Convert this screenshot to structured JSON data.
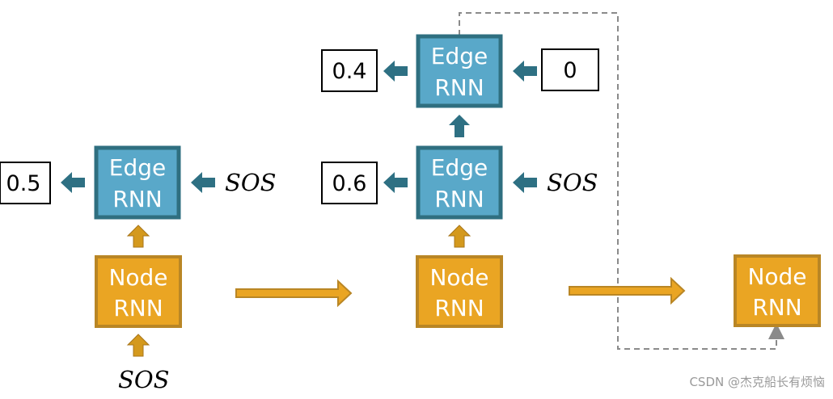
{
  "colors": {
    "edge_fill": "#59a8c9",
    "edge_border": "#2f6f80",
    "node_fill": "#eaa523",
    "node_border": "#b98625",
    "arrow_teal": "#2e7083",
    "arrow_orange": "#d4991d",
    "dashed": "#8a8a8a"
  },
  "node_rnn": {
    "line1": "Node",
    "line2": "RNN"
  },
  "edge_rnn": {
    "line1": "Edge",
    "line2": "RNN"
  },
  "sos_label": "SOS",
  "step1": {
    "output_value": "0.5"
  },
  "step2": {
    "lower_output": "0.6",
    "upper_output": "0.4",
    "upper_input": "0"
  },
  "watermark": "CSDN @杰克船长有烦恼"
}
